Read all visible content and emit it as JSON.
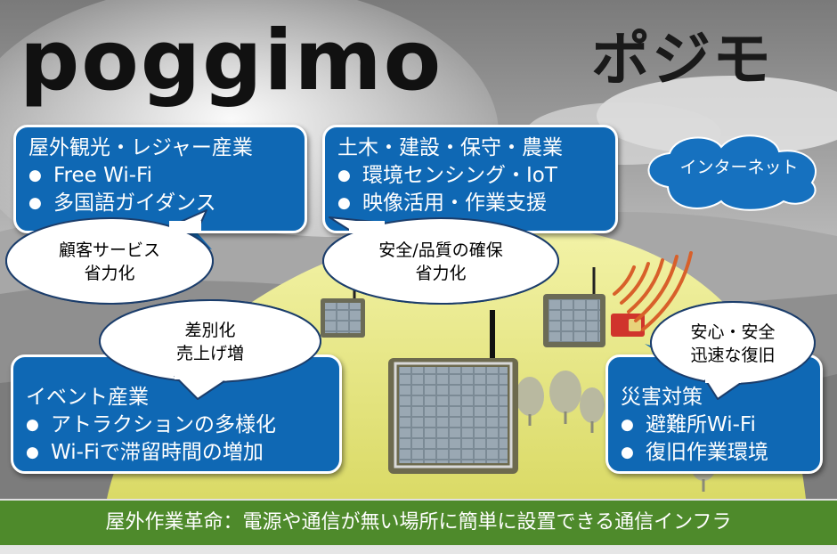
{
  "logo": {
    "en": "poggimo",
    "ja": "ポジモ"
  },
  "boxes": {
    "tourism": {
      "title": "屋外観光・レジャー産業",
      "items": [
        "Free Wi-Fi",
        "多国語ガイダンス"
      ]
    },
    "civil": {
      "title": "土木・建設・保守・農業",
      "items": [
        "環境センシング・IoT",
        "映像活用・作業支援"
      ]
    },
    "event": {
      "title": "イベント産業",
      "items": [
        "アトラクションの多様化",
        "Wi-Fiで滞留時間の増加"
      ]
    },
    "disaster": {
      "title": "災害対策",
      "items": [
        "避難所Wi-Fi",
        "復旧作業環境"
      ]
    }
  },
  "bubbles": {
    "customer": [
      "顧客サービス",
      "省力化"
    ],
    "safety": [
      "安全/品質の確保",
      "省力化"
    ],
    "differentiation": [
      "差別化",
      "売上げ増"
    ],
    "security": [
      "安心・安全",
      "迅速な復旧"
    ]
  },
  "cloud": {
    "label": "インターネット"
  },
  "banner": {
    "text": "屋外作業革命：電源や通信が無い場所に簡単に設置できる通信インフラ"
  },
  "colors": {
    "box_blue": "#0f68b4",
    "banner_green": "#4e8a2b",
    "sim_red": "#d0342c"
  }
}
